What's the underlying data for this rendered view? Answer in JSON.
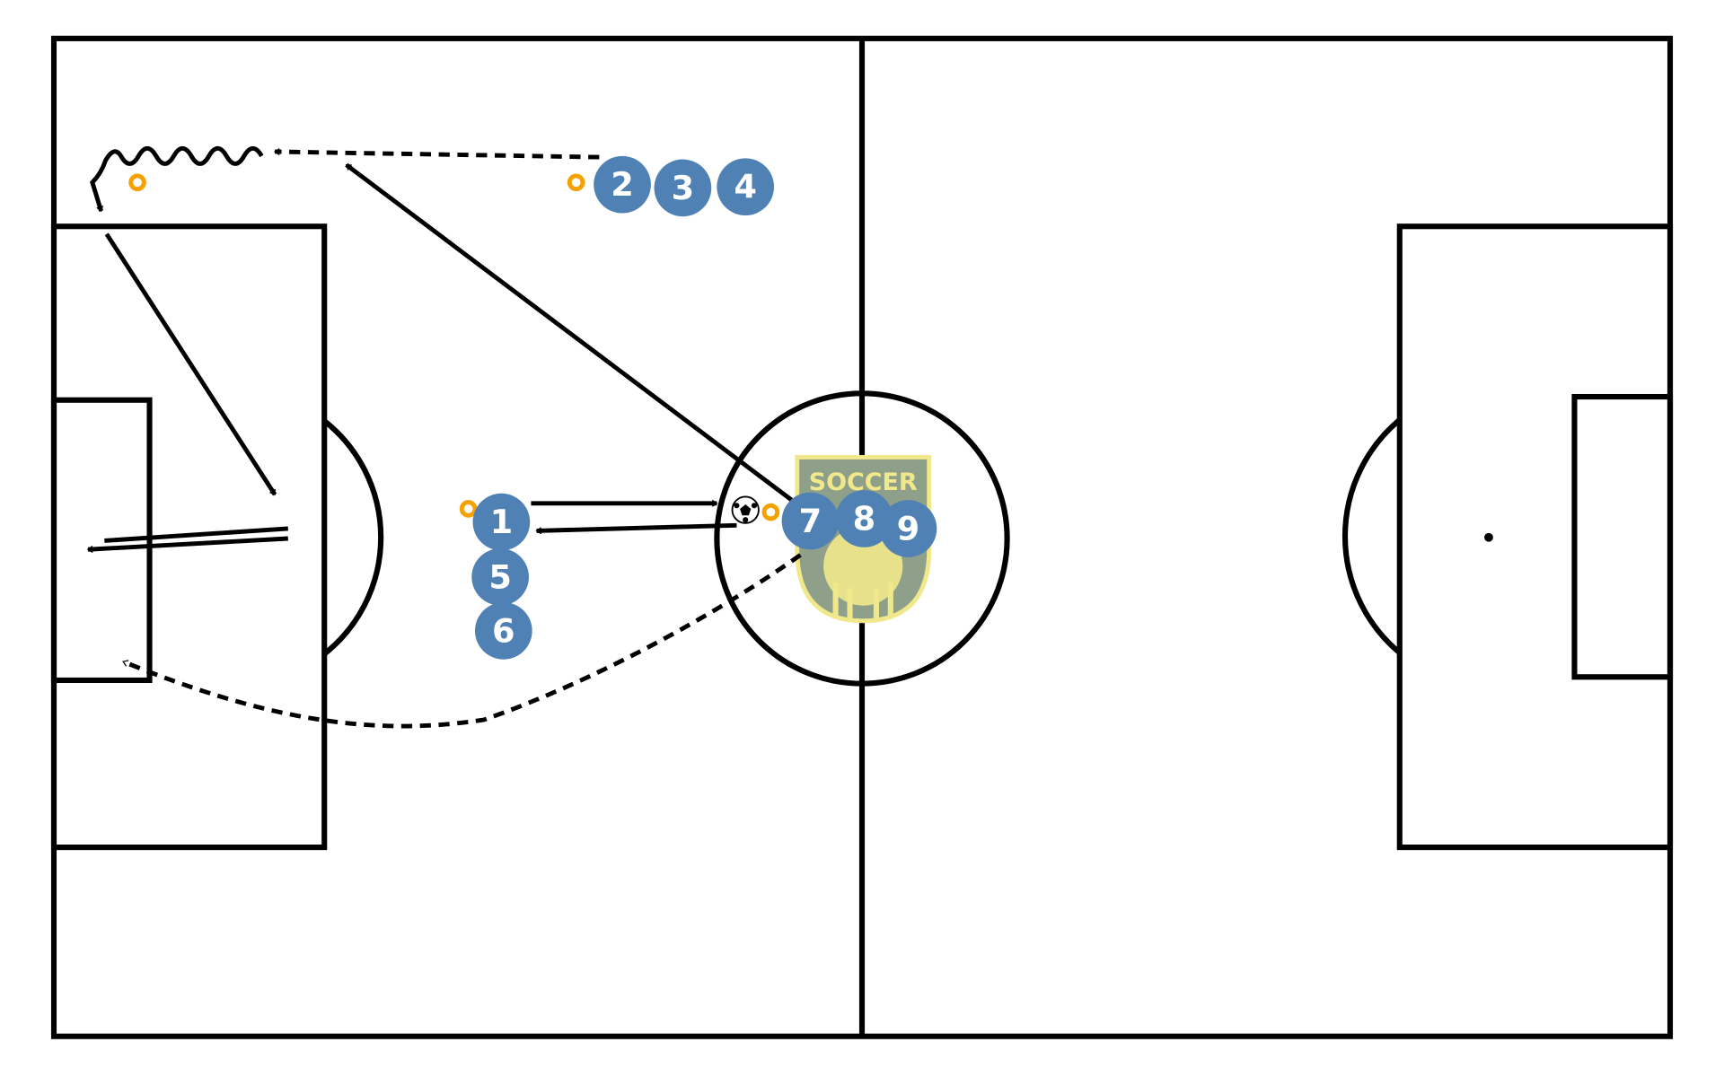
{
  "colors": {
    "player": "#4f81b5",
    "cone": "#f5a200",
    "logo_fill": "#8fa08a",
    "logo_accent": "#f0e88a"
  },
  "logo": {
    "text": "SOCCER"
  },
  "players": [
    {
      "number": "1"
    },
    {
      "number": "2"
    },
    {
      "number": "3"
    },
    {
      "number": "4"
    },
    {
      "number": "5"
    },
    {
      "number": "6"
    },
    {
      "number": "7"
    },
    {
      "number": "8"
    },
    {
      "number": "9"
    }
  ]
}
